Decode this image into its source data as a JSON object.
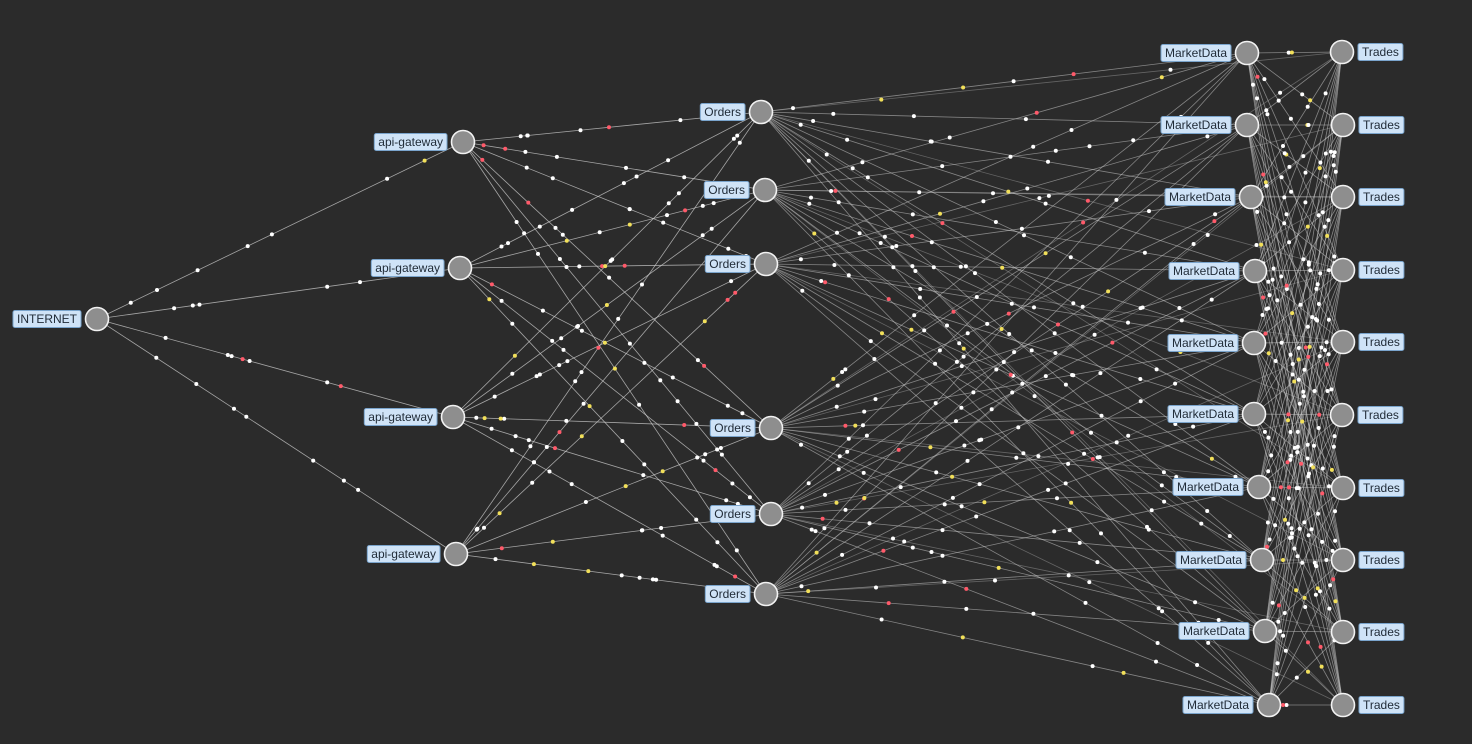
{
  "colors": {
    "background": "#2b2b2b",
    "edge": "#cfcfcf",
    "node_fill": "#8e8e8e",
    "node_stroke": "#f2f2f2",
    "label_fill": "#cfe3f7",
    "label_stroke": "#7aa4cc",
    "packet_white": "#ffffff",
    "packet_yellow": "#f2e05a",
    "packet_red": "#ff5a6a"
  },
  "diagram": {
    "layers": [
      {
        "name": "internet",
        "label": "INTERNET",
        "count": 1
      },
      {
        "name": "api-gateway",
        "label": "api-gateway",
        "count": 4
      },
      {
        "name": "orders",
        "label": "Orders",
        "count": 6
      },
      {
        "name": "marketdata",
        "label": "MarketData",
        "count": 10
      },
      {
        "name": "trades",
        "label": "Trades",
        "count": 10
      }
    ]
  }
}
